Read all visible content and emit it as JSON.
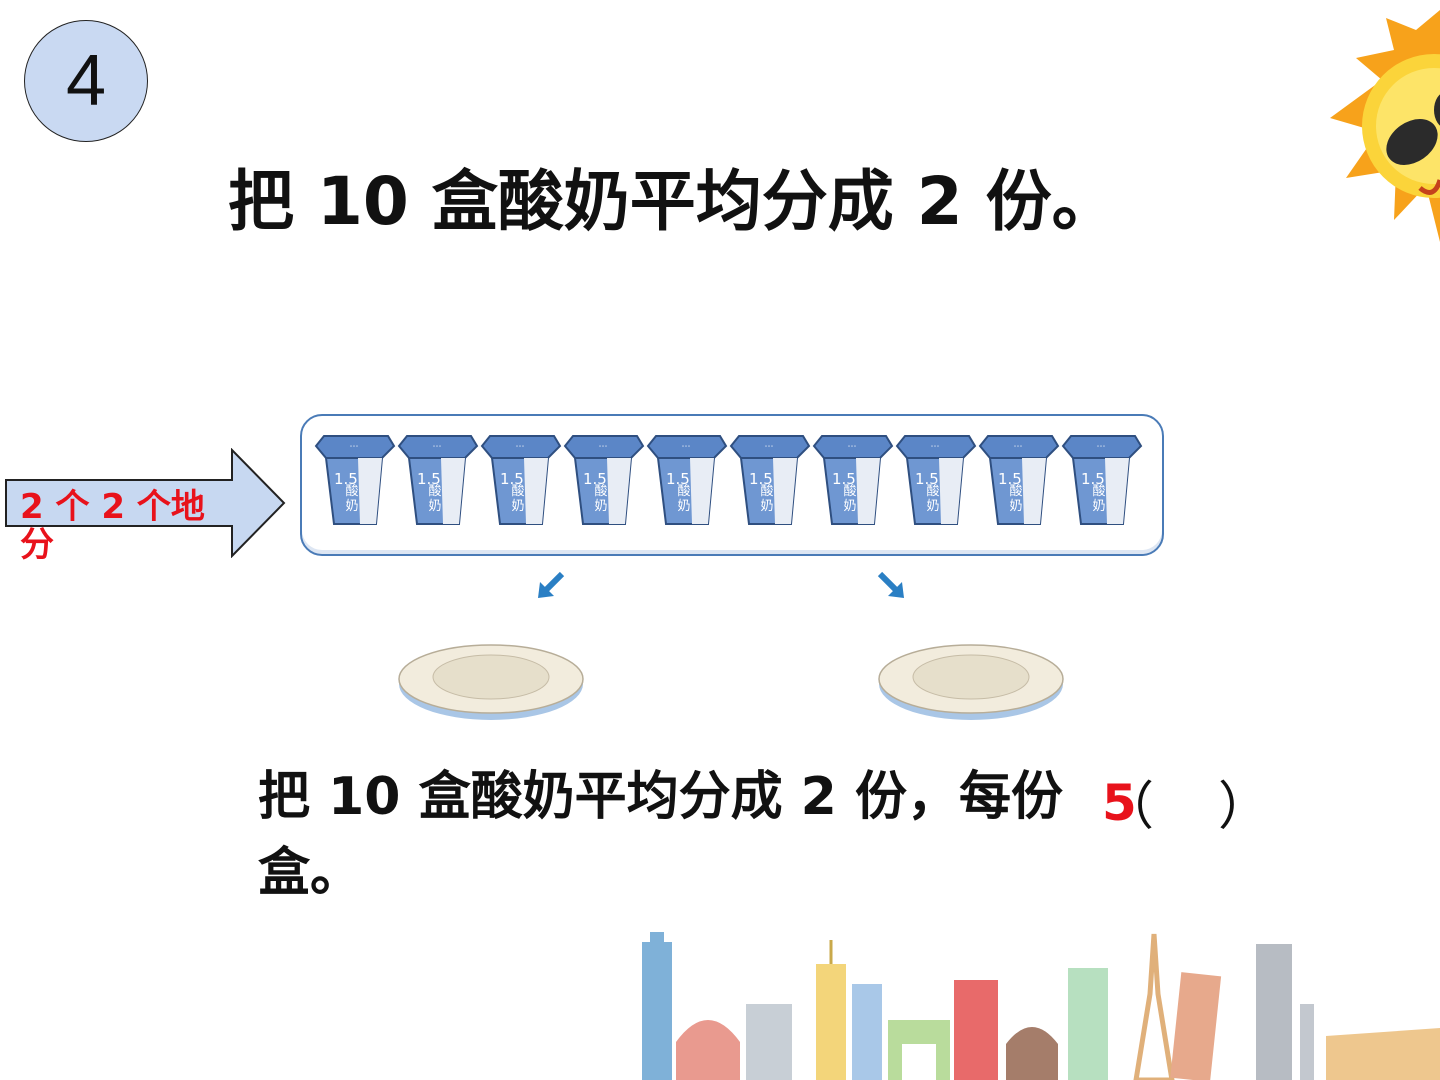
{
  "badge_number": "4",
  "title": "把 10 盒酸奶平均分成 2 份。",
  "arrow_label": "2 个 2 个地分",
  "cups": [
    {
      "volume": "1.5",
      "name": "酸奶"
    },
    {
      "volume": "1.5",
      "name": "酸奶"
    },
    {
      "volume": "1.5",
      "name": "酸奶"
    },
    {
      "volume": "1.5",
      "name": "酸奶"
    },
    {
      "volume": "1.5",
      "name": "酸奶"
    },
    {
      "volume": "1.5",
      "name": "酸奶"
    },
    {
      "volume": "1.5",
      "name": "酸奶"
    },
    {
      "volume": "1.5",
      "name": "酸奶"
    },
    {
      "volume": "1.5",
      "name": "酸奶"
    },
    {
      "volume": "1.5",
      "name": "酸奶"
    }
  ],
  "question": {
    "line1": "把 10 盒酸奶平均分成 2 份，每份",
    "open_paren": "（",
    "answer": "5",
    "close_paren": "）",
    "line2": "盒。"
  },
  "colors": {
    "badge": "#c9d9f2",
    "accent_red": "#e8121b",
    "cup_blue": "#5b86c7",
    "arrow_blue": "#c7d8f1",
    "tray_border": "#4a7bb7"
  },
  "icons": [
    "sun-with-sunglasses-icon",
    "right-arrow-shape",
    "yogurt-cup-icon",
    "plate-icon",
    "city-skyline-illustration"
  ]
}
